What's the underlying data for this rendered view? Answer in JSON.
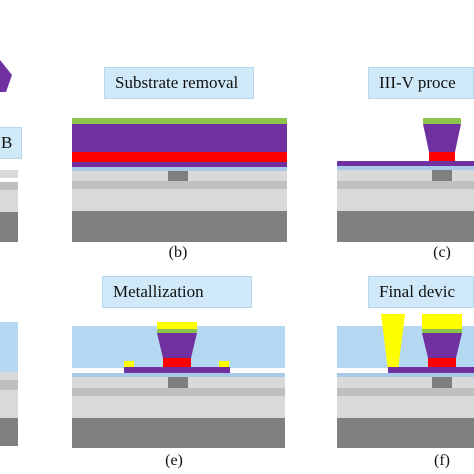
{
  "labels": {
    "partial_left": "B",
    "substrate_removal": "Substrate removal",
    "iiiv_process": "III-V proce",
    "metallization": "Metallization",
    "final_device": "Final devic"
  },
  "captions": {
    "b": "(b)",
    "c": "(c)",
    "e": "(e)",
    "f": "(f)"
  },
  "colors": {
    "green": "#8cc34a",
    "purple": "#7030a0",
    "red": "#ff0000",
    "lightblue": "#b4d8f2",
    "blue_line": "#aac8e8",
    "gray_light": "#d9d9d9",
    "gray_mid": "#bfbfbf",
    "gray_dark": "#808080",
    "gray_box": "#7f7f7f",
    "yellow": "#ffff00",
    "label_bg": "#cfe9f8"
  }
}
